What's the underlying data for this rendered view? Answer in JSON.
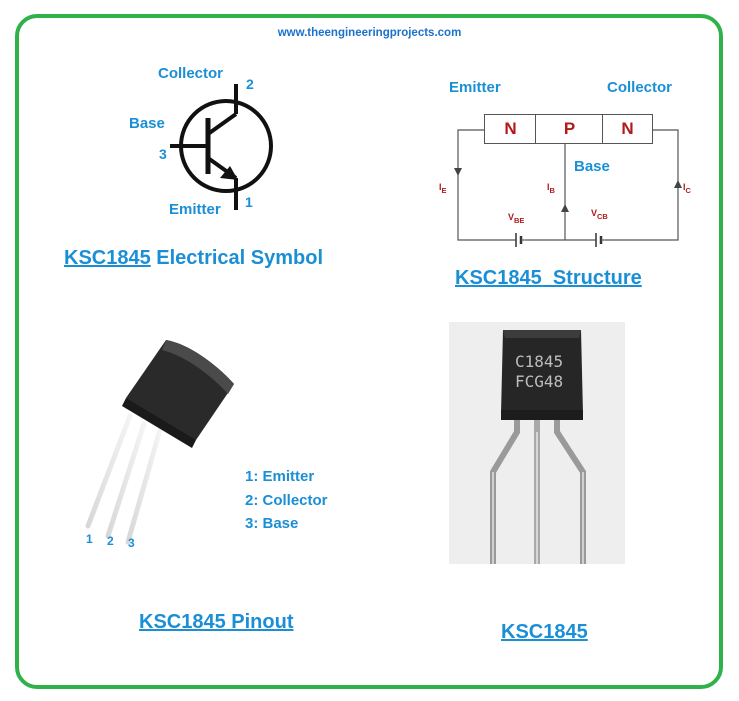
{
  "header": {
    "url": "www.theengineeringprojects.com"
  },
  "symbol": {
    "collector_label": "Collector",
    "collector_pin": "2",
    "base_label": "Base",
    "base_pin": "3",
    "emitter_label": "Emitter",
    "emitter_pin": "1",
    "caption_part": "KSC1845",
    "caption_rest": " Electrical Symbol"
  },
  "structure": {
    "emitter_label": "Emitter",
    "collector_label": "Collector",
    "regions": [
      "N",
      "P",
      "N"
    ],
    "base_label": "Base",
    "ie": "I",
    "ie_sub": "E",
    "ib": "I",
    "ib_sub": "B",
    "ic": "I",
    "ic_sub": "C",
    "vbe": "V",
    "vbe_sub": "BE",
    "vcb": "V",
    "vcb_sub": "CB",
    "caption_part": "KSC1845",
    "caption_rest": "  Structure"
  },
  "pinout": {
    "pin_numbers": [
      "1",
      "2",
      "3"
    ],
    "items": [
      "1: Emitter",
      "2: Collector",
      "3: Base"
    ],
    "caption_part": "KSC1845",
    "caption_rest": " Pinout"
  },
  "photo": {
    "marking_line1": "C1845",
    "marking_line2": "FCG48",
    "caption": "KSC1845"
  },
  "colors": {
    "frame": "#2fb24a",
    "label_blue": "#1b8fd6",
    "region_red": "#b21a1a"
  }
}
